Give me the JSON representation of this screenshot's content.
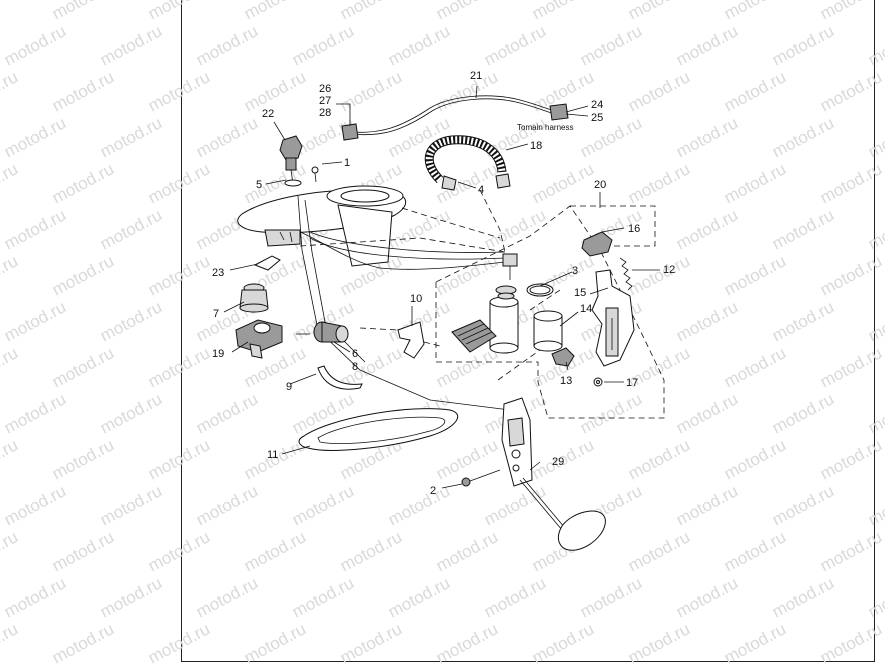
{
  "watermark": "motod.ru",
  "callouts": {
    "c1": "1",
    "c2": "2",
    "c3": "3",
    "c4": "4",
    "c5": "5",
    "c6": "6",
    "c7": "7",
    "c8": "8",
    "c9": "9",
    "c10": "10",
    "c11": "11",
    "c12": "12",
    "c13": "13",
    "c14": "14",
    "c15": "15",
    "c16": "16",
    "c17": "17",
    "c18": "18",
    "c19": "19",
    "c20": "20",
    "c21": "21",
    "c22": "22",
    "c23": "23",
    "c24": "24",
    "c25": "25",
    "c26": "26",
    "c27": "27",
    "c28": "28",
    "c29": "29"
  },
  "note_text": "Tomain harness"
}
